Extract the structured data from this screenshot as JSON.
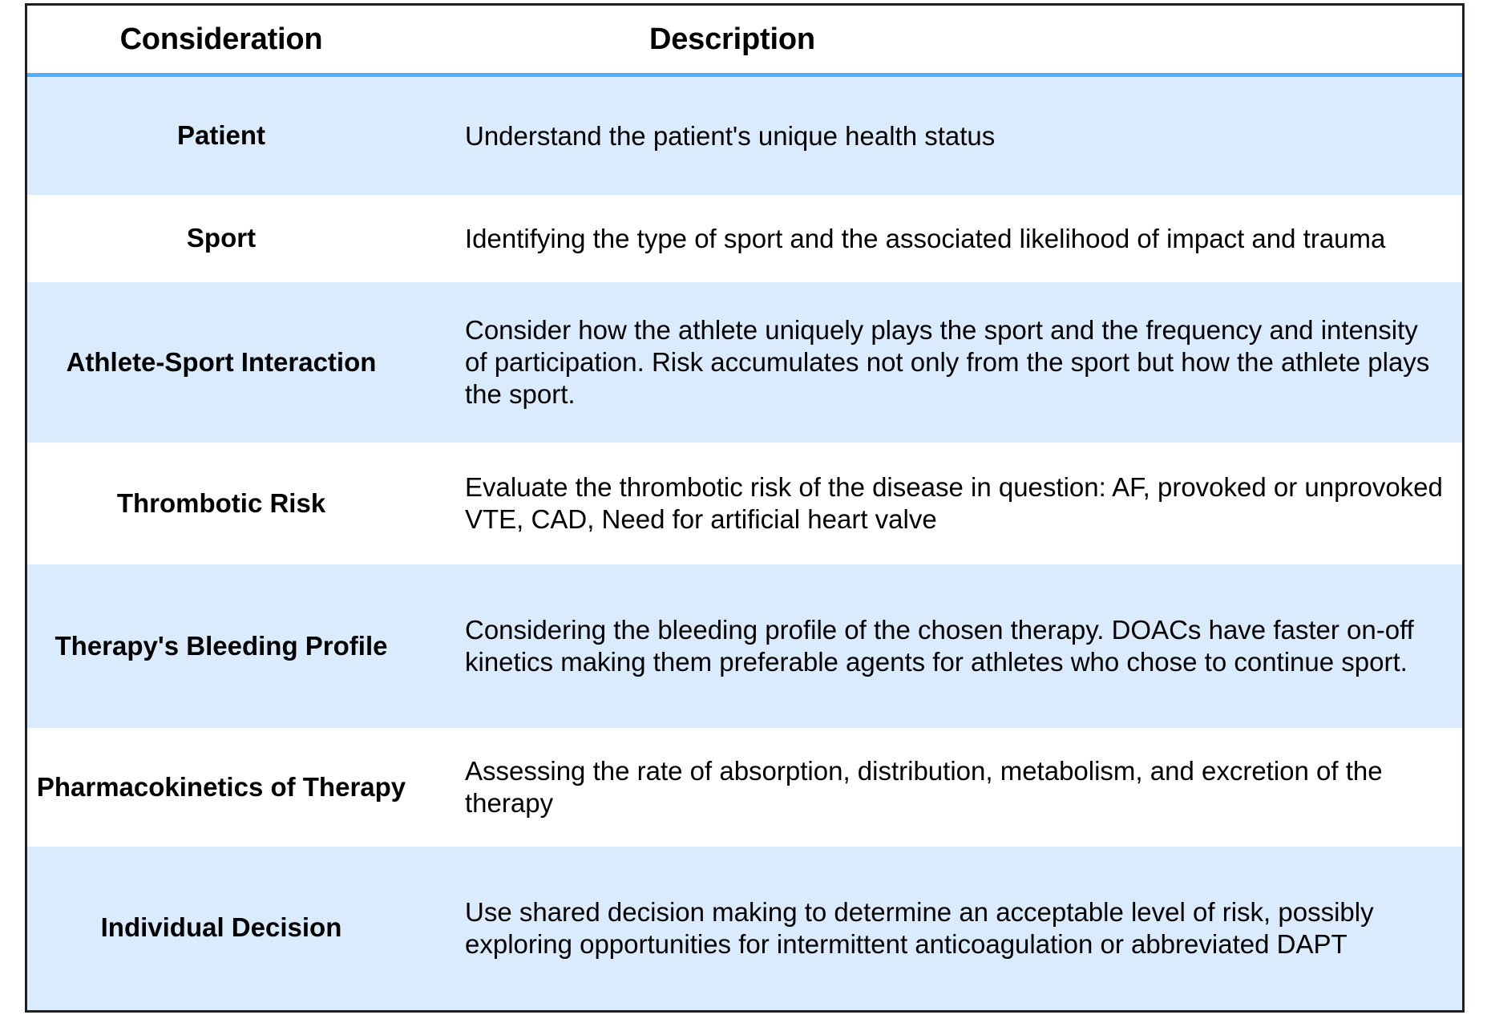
{
  "table": {
    "columns": [
      {
        "key": "consideration",
        "label": "Consideration",
        "align": "center"
      },
      {
        "key": "description",
        "label": "Description",
        "align": "left"
      }
    ],
    "header_rule_color": "#4fb0fb",
    "band_color": "#d9ebfc",
    "border_color": "#231f20",
    "rows": [
      {
        "consideration": "Patient",
        "description": "Understand the patient's unique health status",
        "banded": true
      },
      {
        "consideration": "Sport",
        "description": "Identifying the type of sport and the associated likelihood of impact and trauma",
        "banded": false
      },
      {
        "consideration": "Athlete-Sport Interaction",
        "description": "Consider how the athlete uniquely plays the sport and the frequency and intensity of participation. Risk accumulates not only from the sport but how the athlete plays the sport.",
        "banded": true
      },
      {
        "consideration": "Thrombotic Risk",
        "description": "Evaluate the thrombotic risk of the disease in question: AF, provoked or unprovoked VTE, CAD, Need for artificial heart valve",
        "banded": false
      },
      {
        "consideration": "Therapy's Bleeding Profile",
        "description": "Considering the bleeding profile of the chosen therapy. DOACs have faster on-off kinetics making them preferable agents for athletes who chose to continue sport.",
        "banded": true
      },
      {
        "consideration": "Pharmacokinetics of Therapy",
        "description": "Assessing the rate of absorption, distribution, metabolism, and excretion of the therapy",
        "banded": false
      },
      {
        "consideration": "Individual Decision",
        "description": "Use shared decision making to determine an acceptable level of risk, possibly exploring opportunities for intermittent anticoagulation or abbreviated DAPT",
        "banded": true
      }
    ]
  }
}
